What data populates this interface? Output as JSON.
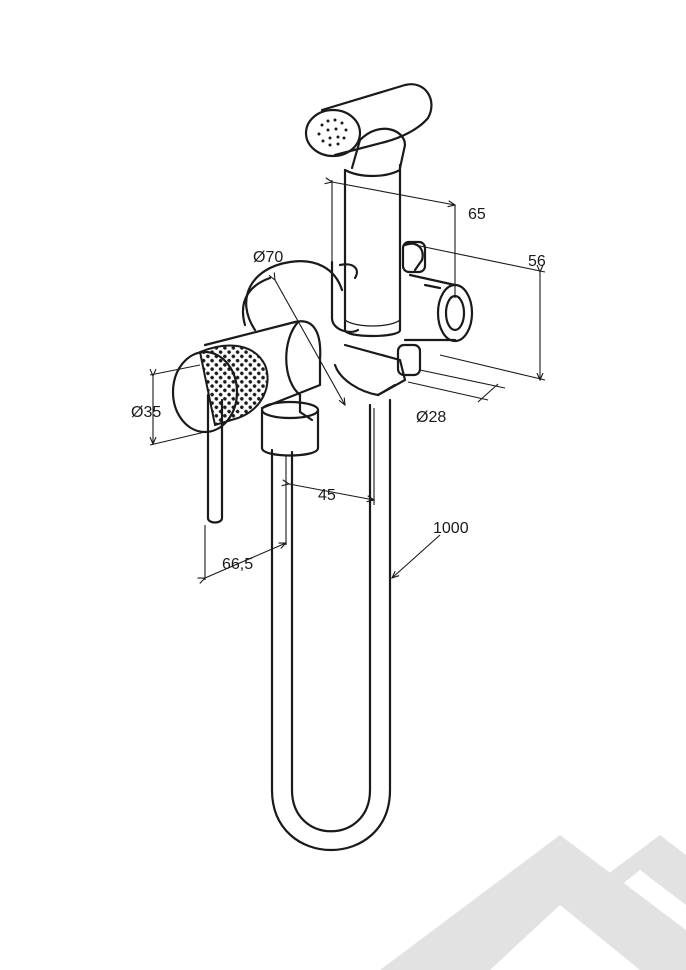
{
  "dimensions": {
    "diameter_rosette": "Ø70",
    "diameter_handle": "Ø35",
    "diameter_holder": "Ø28",
    "depth_holder": "65",
    "height_holder": "56",
    "spacing_outlet": "45",
    "projection_handle": "66,5",
    "hose_length": "1000"
  },
  "icons": {
    "watermark": "logo-watermark-icon"
  },
  "colors": {
    "line": "#1a1a1a",
    "watermark": "#e2e2e2",
    "background": "#ffffff"
  }
}
